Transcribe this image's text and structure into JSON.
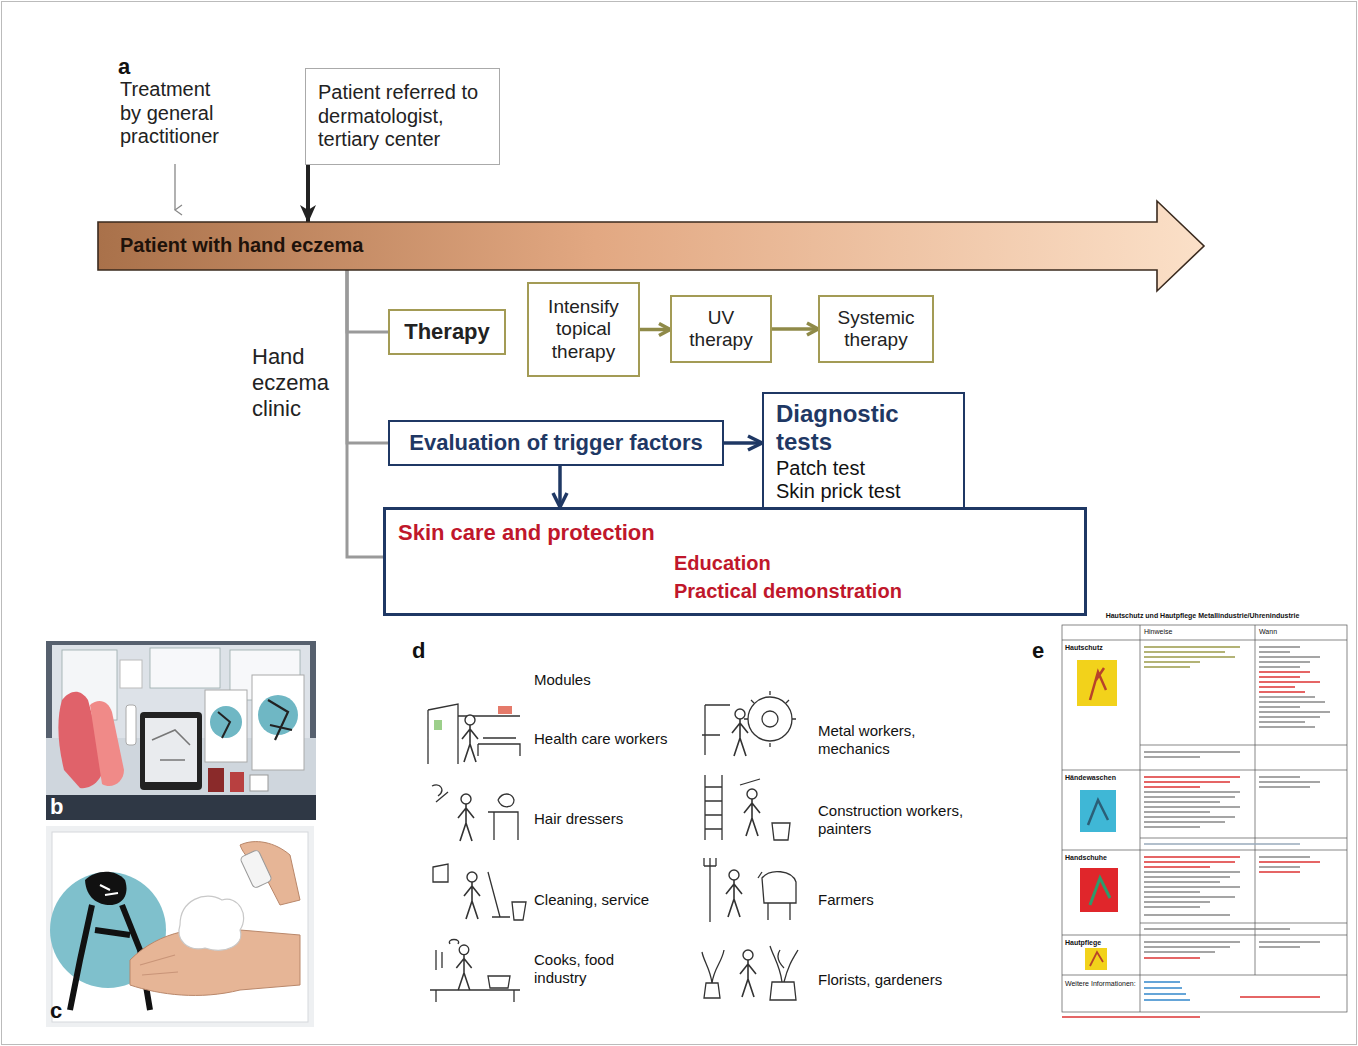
{
  "diagram": {
    "nodes": [
      {
        "text": [
          "Patient referred to dermatologist, tertiary center"
        ]
      },
      {
        "text": [
          "Patient with hand eczema"
        ]
      },
      {
        "text": [
          "Therapy"
        ]
      },
      {
        "text": [
          "Intensify topical therapy"
        ]
      },
      {
        "text": [
          "UV therapy"
        ]
      },
      {
        "text": [
          "Systemic therapy"
        ]
      },
      {
        "text": [
          "Evaluation of trigger factors"
        ]
      },
      {
        "text": [
          "Diagnostic tests",
          "Patch test",
          "Skin prick test"
        ]
      },
      {
        "text": [
          "Skin care and protection",
          "Education",
          "Practical demonstration"
        ]
      }
    ],
    "edges": [
      {
        "from": 0,
        "to": 1,
        "arrow": "to"
      },
      {
        "from": 1,
        "to": 2,
        "arrow": "none"
      },
      {
        "from": 1,
        "to": 6,
        "arrow": "none"
      },
      {
        "from": 1,
        "to": 8,
        "arrow": "none"
      },
      {
        "from": 3,
        "to": 4,
        "arrow": "to"
      },
      {
        "from": 4,
        "to": 5,
        "arrow": "to"
      },
      {
        "from": 6,
        "to": 7,
        "arrow": "to"
      },
      {
        "from": 6,
        "to": 8,
        "arrow": "to"
      }
    ],
    "labels": [
      "a",
      "Treatment by general practitioner",
      "Hand eczema clinic",
      "b",
      "c",
      "d",
      "Modules",
      "Health care workers",
      "Metal workers, mechanics",
      "Hair dressers",
      "Construction workers, painters",
      "Cleaning, service",
      "Farmers",
      "Cooks, food industry",
      "Florists, gardeners",
      "e",
      "Hautschutz und Hautpflege Metallindustrie/Uhrenindustrie",
      "Hinweise",
      "Wann",
      "Hautschutz",
      "Händewaschen",
      "Handschuhe",
      "Hautpflege",
      "Weitere Informationen:"
    ]
  }
}
